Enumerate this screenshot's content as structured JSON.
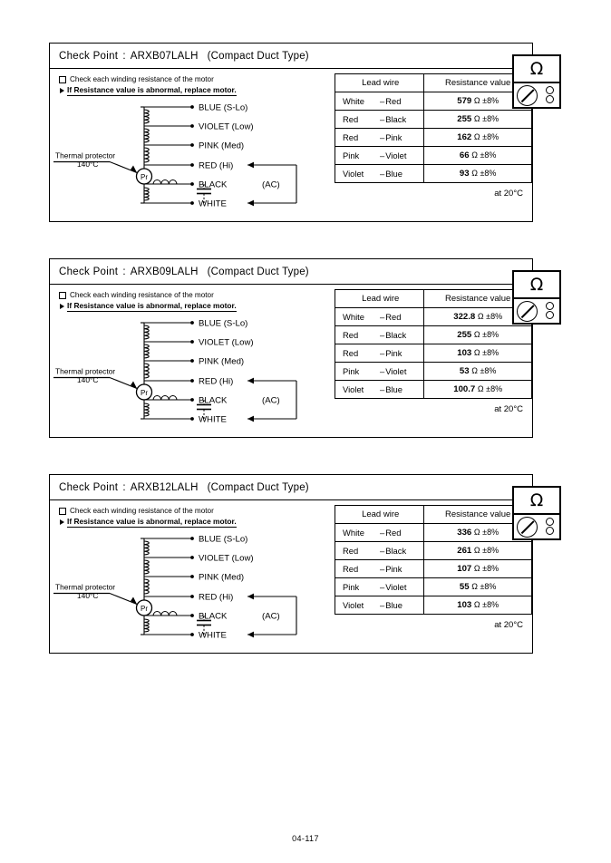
{
  "page": {
    "number": "04-117"
  },
  "meter": {
    "symbol": "Ω",
    "icon": "ohmmeter-icon"
  },
  "labels": {
    "check_point": "Check Point",
    "colon": ":",
    "type": "(Compact Duct Type)",
    "instruction_1": "Check each winding resistance of the motor",
    "instruction_2": "If Resistance value is abnormal, replace motor.",
    "at_temp": "at 20°C"
  },
  "diagram": {
    "thermal_protector": "Thermal protector",
    "thermal_temp": "140°C",
    "protector_symbol": "Pr",
    "ac_label": "(AC)",
    "wires": [
      "BLUE (S-Lo)",
      "VIOLET (Low)",
      "PINK (Med)",
      "RED (Hi)",
      "BLACK",
      "WHITE"
    ]
  },
  "table": {
    "header_lead": "Lead wire",
    "header_value": "Resistance value",
    "unit": "Ω ±8%",
    "pairs": [
      {
        "a": "White",
        "b": "Red"
      },
      {
        "a": "Red",
        "b": "Black"
      },
      {
        "a": "Red",
        "b": "Pink"
      },
      {
        "a": "Pink",
        "b": "Violet"
      },
      {
        "a": "Violet",
        "b": "Blue"
      }
    ]
  },
  "blocks": [
    {
      "model": "ARXB07LALH",
      "values": [
        "579",
        "255",
        "162",
        "66",
        "93"
      ]
    },
    {
      "model": "ARXB09LALH",
      "values": [
        "322.8",
        "255",
        "103",
        "53",
        "100.7"
      ]
    },
    {
      "model": "ARXB12LALH",
      "values": [
        "336",
        "261",
        "107",
        "55",
        "103"
      ]
    }
  ],
  "chart_data": {
    "type": "table",
    "title": "Motor winding resistance check points",
    "columns": [
      "Lead wire",
      "Resistance value"
    ],
    "units": "Ω ±8% at 20°C",
    "rows_index": [
      "White–Red",
      "Red–Black",
      "Red–Pink",
      "Pink–Violet",
      "Violet–Blue"
    ],
    "series": [
      {
        "name": "ARXB07LALH",
        "values": [
          579,
          255,
          162,
          66,
          93
        ]
      },
      {
        "name": "ARXB09LALH",
        "values": [
          322.8,
          255,
          103,
          53,
          100.7
        ]
      },
      {
        "name": "ARXB12LALH",
        "values": [
          336,
          261,
          107,
          55,
          103
        ]
      }
    ]
  }
}
